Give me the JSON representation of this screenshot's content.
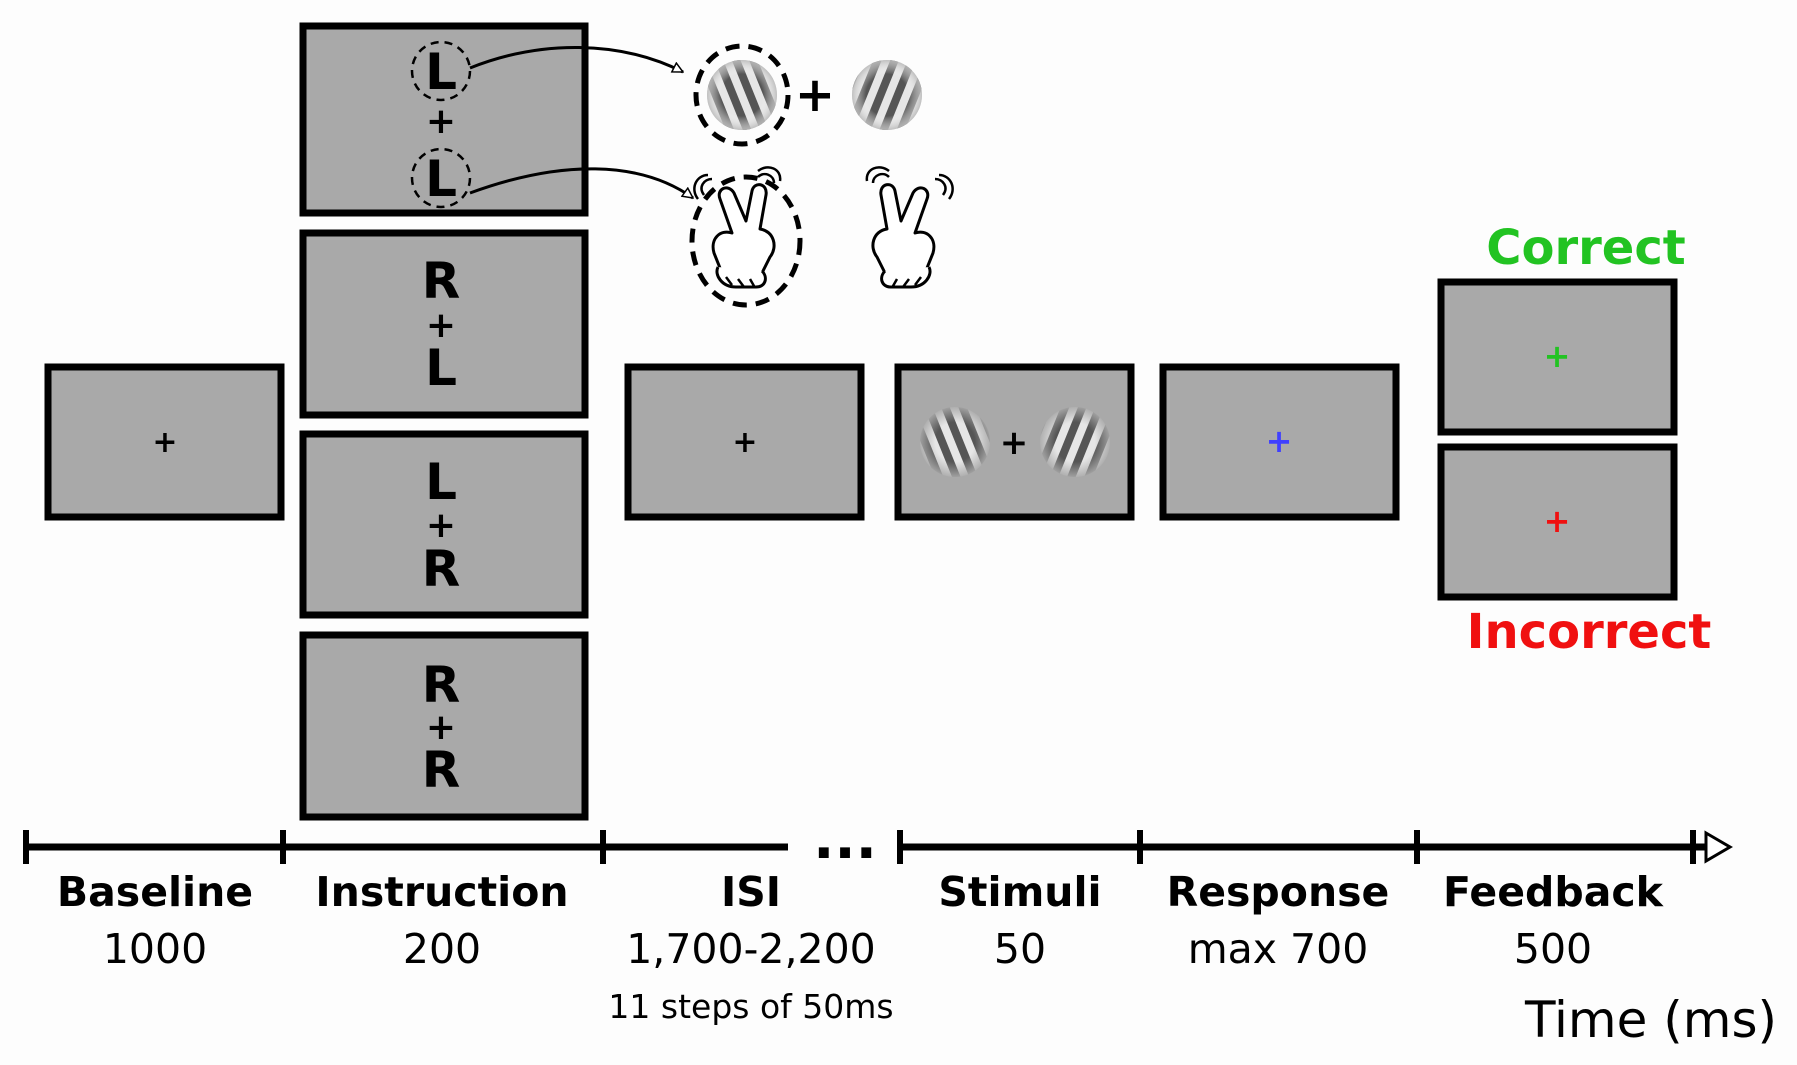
{
  "instruction_screens": [
    {
      "top": "L",
      "bottom": "L"
    },
    {
      "top": "R",
      "bottom": "L"
    },
    {
      "top": "L",
      "bottom": "R"
    },
    {
      "top": "R",
      "bottom": "R"
    }
  ],
  "fixation_symbol": "+",
  "ellipsis": "...",
  "phases": [
    {
      "name": "Baseline",
      "duration": "1000"
    },
    {
      "name": "Instruction",
      "duration": "200"
    },
    {
      "name": "ISI",
      "duration": "1,700-2,200",
      "note": "11 steps of 50ms"
    },
    {
      "name": "Stimuli",
      "duration": "50"
    },
    {
      "name": "Response",
      "duration": "max 700"
    },
    {
      "name": "Feedback",
      "duration": "500"
    }
  ],
  "feedback": {
    "correct_label": "Correct",
    "incorrect_label": "Incorrect",
    "correct_color": "#22c322",
    "incorrect_color": "#f01010",
    "response_cross_color": "#4040ff"
  },
  "axis": {
    "title": "Time (ms)"
  },
  "colors": {
    "screen": "#a9a9a9",
    "background": "#fdfdfd"
  },
  "icons": [
    "grating-left-tilt",
    "grating-right-tilt",
    "hand-two-fingers-icon",
    "arrow-icon"
  ]
}
